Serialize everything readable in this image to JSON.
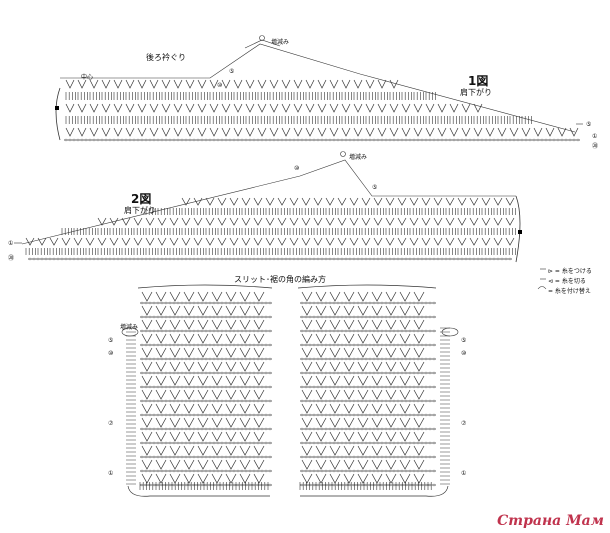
{
  "chart1": {
    "title": "後ろ衿ぐり",
    "center_label": "中心",
    "fig_number": "1図",
    "fig_caption": "肩下がり",
    "shaping_label": "増減み",
    "row_labels": {
      "r1": "①",
      "r5": "⑤",
      "r20": "⑳"
    }
  },
  "chart2": {
    "fig_number": "2図",
    "fig_caption": "肩下がり",
    "shaping_label": "増減み",
    "row_labels": {
      "r1": "①",
      "r5": "⑤",
      "r10": "⑩",
      "r20": "⑳"
    }
  },
  "chart3": {
    "title": "スリット･裾の角の編み方",
    "shaping_label": "増減み",
    "row_labels": {
      "r1": "①",
      "r5": "⑤",
      "r10": "⑩",
      "r7": "⑦"
    }
  },
  "legend": {
    "item1": "⊳ = 糸をつける",
    "item2": "⊲ = 糸を切る",
    "item3": "= 糸を付け替え"
  },
  "watermark": "Страна Мам"
}
